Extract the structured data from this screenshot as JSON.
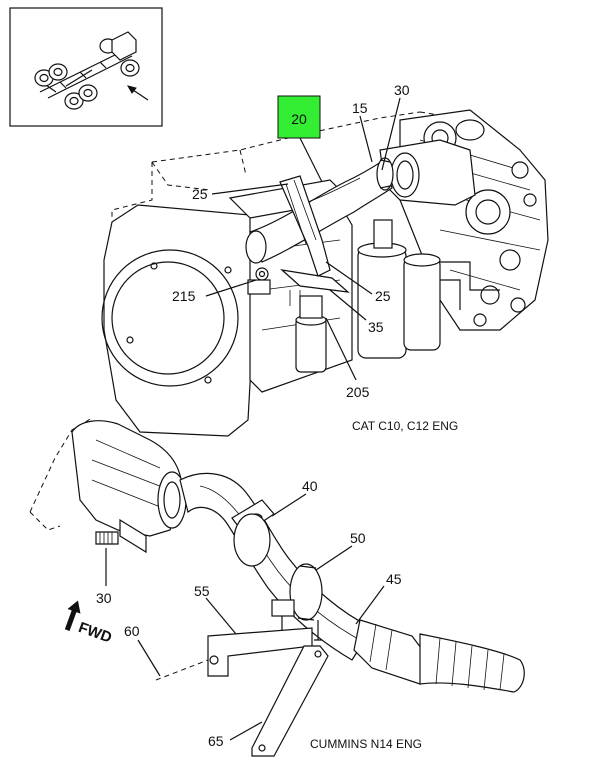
{
  "callouts": {
    "c20": "20",
    "c15": "15",
    "c30_top": "30",
    "c25_upper": "25",
    "c215": "215",
    "c25_lower": "25",
    "c35": "35",
    "c205": "205",
    "c40": "40",
    "c50": "50",
    "c45": "45",
    "c30_bottom": "30",
    "c55": "55",
    "c60": "60",
    "c65": "65"
  },
  "captions": {
    "top_engine": "CAT C10, C12 ENG",
    "bottom_engine": "CUMMINS N14 ENG"
  },
  "forward_marker": "FWD",
  "colors": {
    "highlight": "#33ee33",
    "line": "#111111"
  },
  "icons": {
    "locator": "truck-chassis-locator-icon",
    "forward": "forward-arrow-icon"
  }
}
